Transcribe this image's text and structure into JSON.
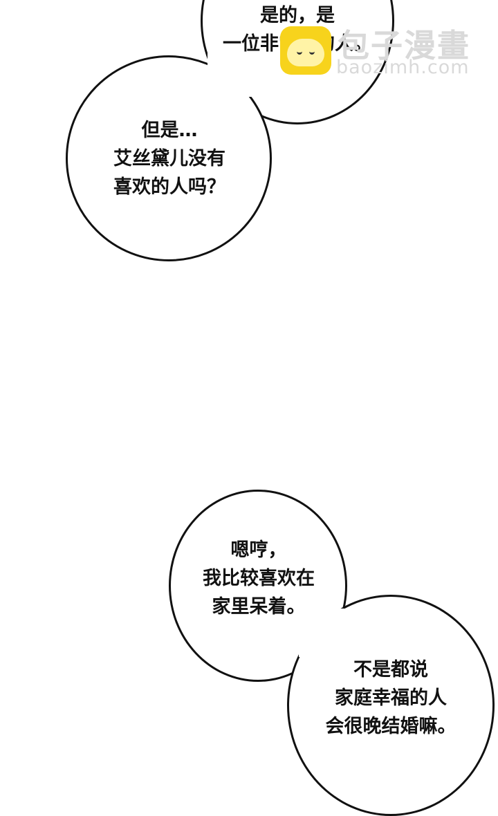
{
  "bubbles": {
    "top": {
      "lines": [
        "是的，是",
        "一位非常帅的人。"
      ]
    },
    "left": {
      "lines": [
        "但是…",
        "艾丝黛儿没有",
        "喜欢的人吗？"
      ]
    },
    "middle": {
      "lines": [
        "嗯哼，",
        "我比较喜欢在",
        "家里呆着。"
      ]
    },
    "bottom": {
      "lines": [
        "不是都说",
        "家庭幸福的人",
        "会很晚结婚嘛。"
      ]
    }
  },
  "watermark": {
    "title": "包子漫畫",
    "url": "baozimh.com",
    "icon": "bun-logo-icon",
    "color": "#f7d31c"
  }
}
